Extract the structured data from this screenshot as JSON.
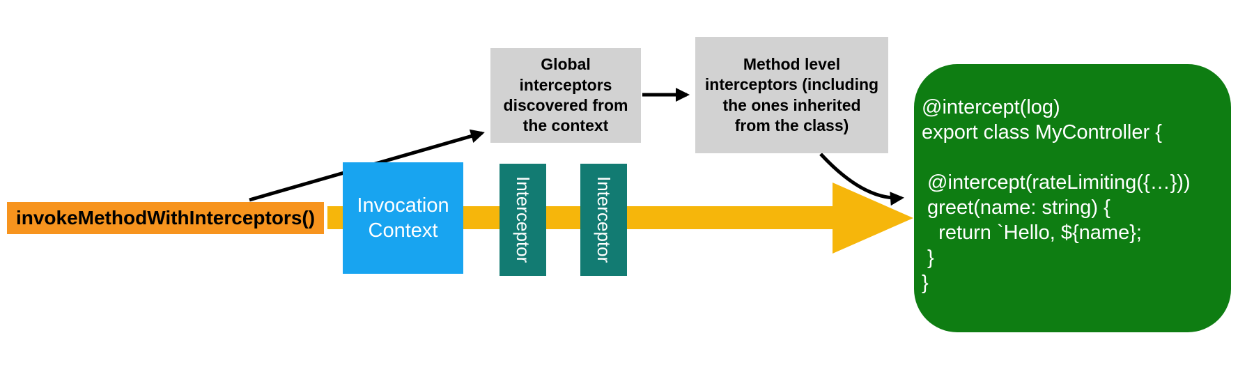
{
  "colors": {
    "orange": "#F7941E",
    "yellow": "#F6B60B",
    "blue": "#18A4F0",
    "teal": "#127B72",
    "gray": "#D2D2D2",
    "green": "#0E7D12",
    "arrow": "#000000"
  },
  "nodes": {
    "invoke": {
      "label": "invokeMethodWithInterceptors()"
    },
    "invocation_context": {
      "label": "Invocation Context"
    },
    "interceptor_a": {
      "label": "Interceptor"
    },
    "interceptor_b": {
      "label": "Interceptor"
    },
    "global_interceptors": {
      "label": "Global interceptors discovered from the context"
    },
    "method_interceptors": {
      "label": "Method level interceptors (including the ones inherited from the class)"
    },
    "controller": {
      "code": "@intercept(log)\nexport class MyController {\n\n @intercept(rateLimiting({…}))\n greet(name: string) {\n   return `Hello, ${name};\n }\n}"
    }
  }
}
